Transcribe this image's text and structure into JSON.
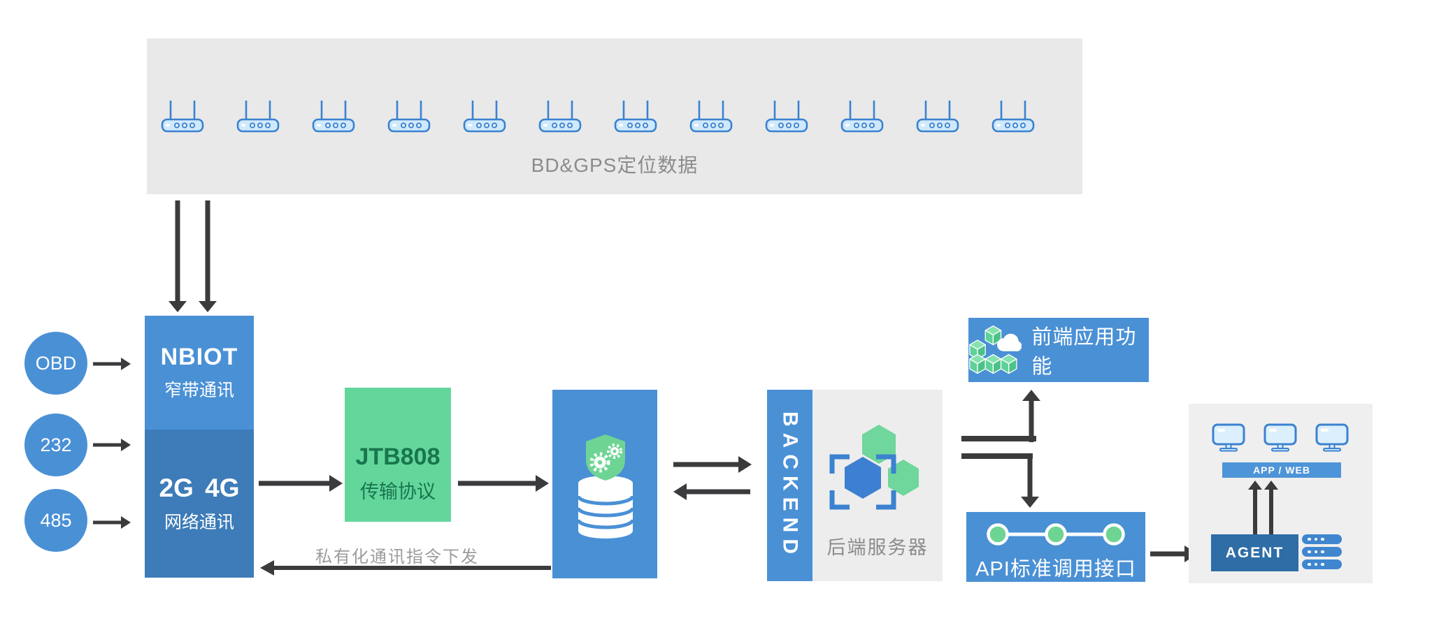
{
  "colors": {
    "blue": "#4a90d5",
    "blue_dark": "#3d7cb8",
    "navy": "#2e6da6",
    "green_box": "#63d69c",
    "green_text": "#18764c",
    "icon_green": "#6ed494",
    "icon_blue_outline": "#3b82d0",
    "arrow": "#3b3b3d",
    "panel_gray": "#e9e9e9",
    "gray_text": "#8b8b8b"
  },
  "icons": {
    "router": "wifi-router with two antennas and three ports",
    "secure_db": "database cylinder with green shield and gears",
    "backend_hex": "hexagon cluster with blue focus brackets",
    "frontend_cubes": "green cubes with white cloud",
    "api_nodes": "three linked green nodes",
    "monitor": "desktop monitor",
    "server": "server bar with three dots"
  },
  "gps_panel": {
    "label": "BD&GPS定位数据"
  },
  "inputs": [
    {
      "label": "OBD"
    },
    {
      "label": "232"
    },
    {
      "label": "485"
    }
  ],
  "device_box": {
    "top_title": "NBIOT",
    "top_subtitle": "窄带通讯",
    "bottom_title": "2G 4G",
    "bottom_subtitle": "网络通讯"
  },
  "protocol_box": {
    "title": "JTB808",
    "subtitle": "传输协议"
  },
  "downlink_label": "私有化通讯指令下发",
  "backend": {
    "ribbon": "BACKEND",
    "label": "后端服务器"
  },
  "frontend_box": {
    "label": "前端应用功能"
  },
  "api_box": {
    "label": "API标准调用接口"
  },
  "client_panel": {
    "bar": "APP / WEB",
    "agent": "AGENT"
  }
}
